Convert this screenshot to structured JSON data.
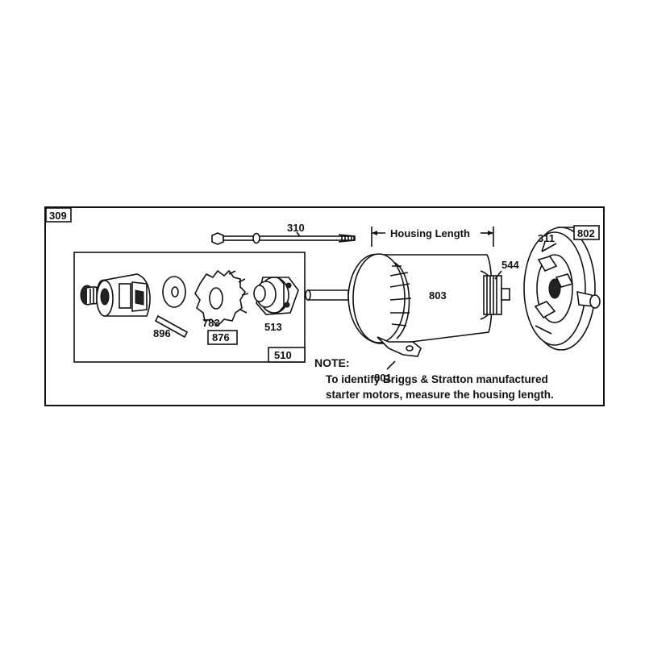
{
  "parts": {
    "assembly": "309",
    "bolt": "310",
    "drive_group": "510",
    "nut": "513",
    "pinion_gear": "783",
    "pin": "896",
    "clutch": "876",
    "housing": "803",
    "armature": "544",
    "mount_plate": "801",
    "end_cap": "802",
    "brush": "311"
  },
  "dimension": {
    "label": "Housing Length"
  },
  "note": {
    "title": "NOTE:",
    "line1": "To identify Briggs & Stratton manufactured",
    "line2": "starter motors, measure the housing length."
  }
}
